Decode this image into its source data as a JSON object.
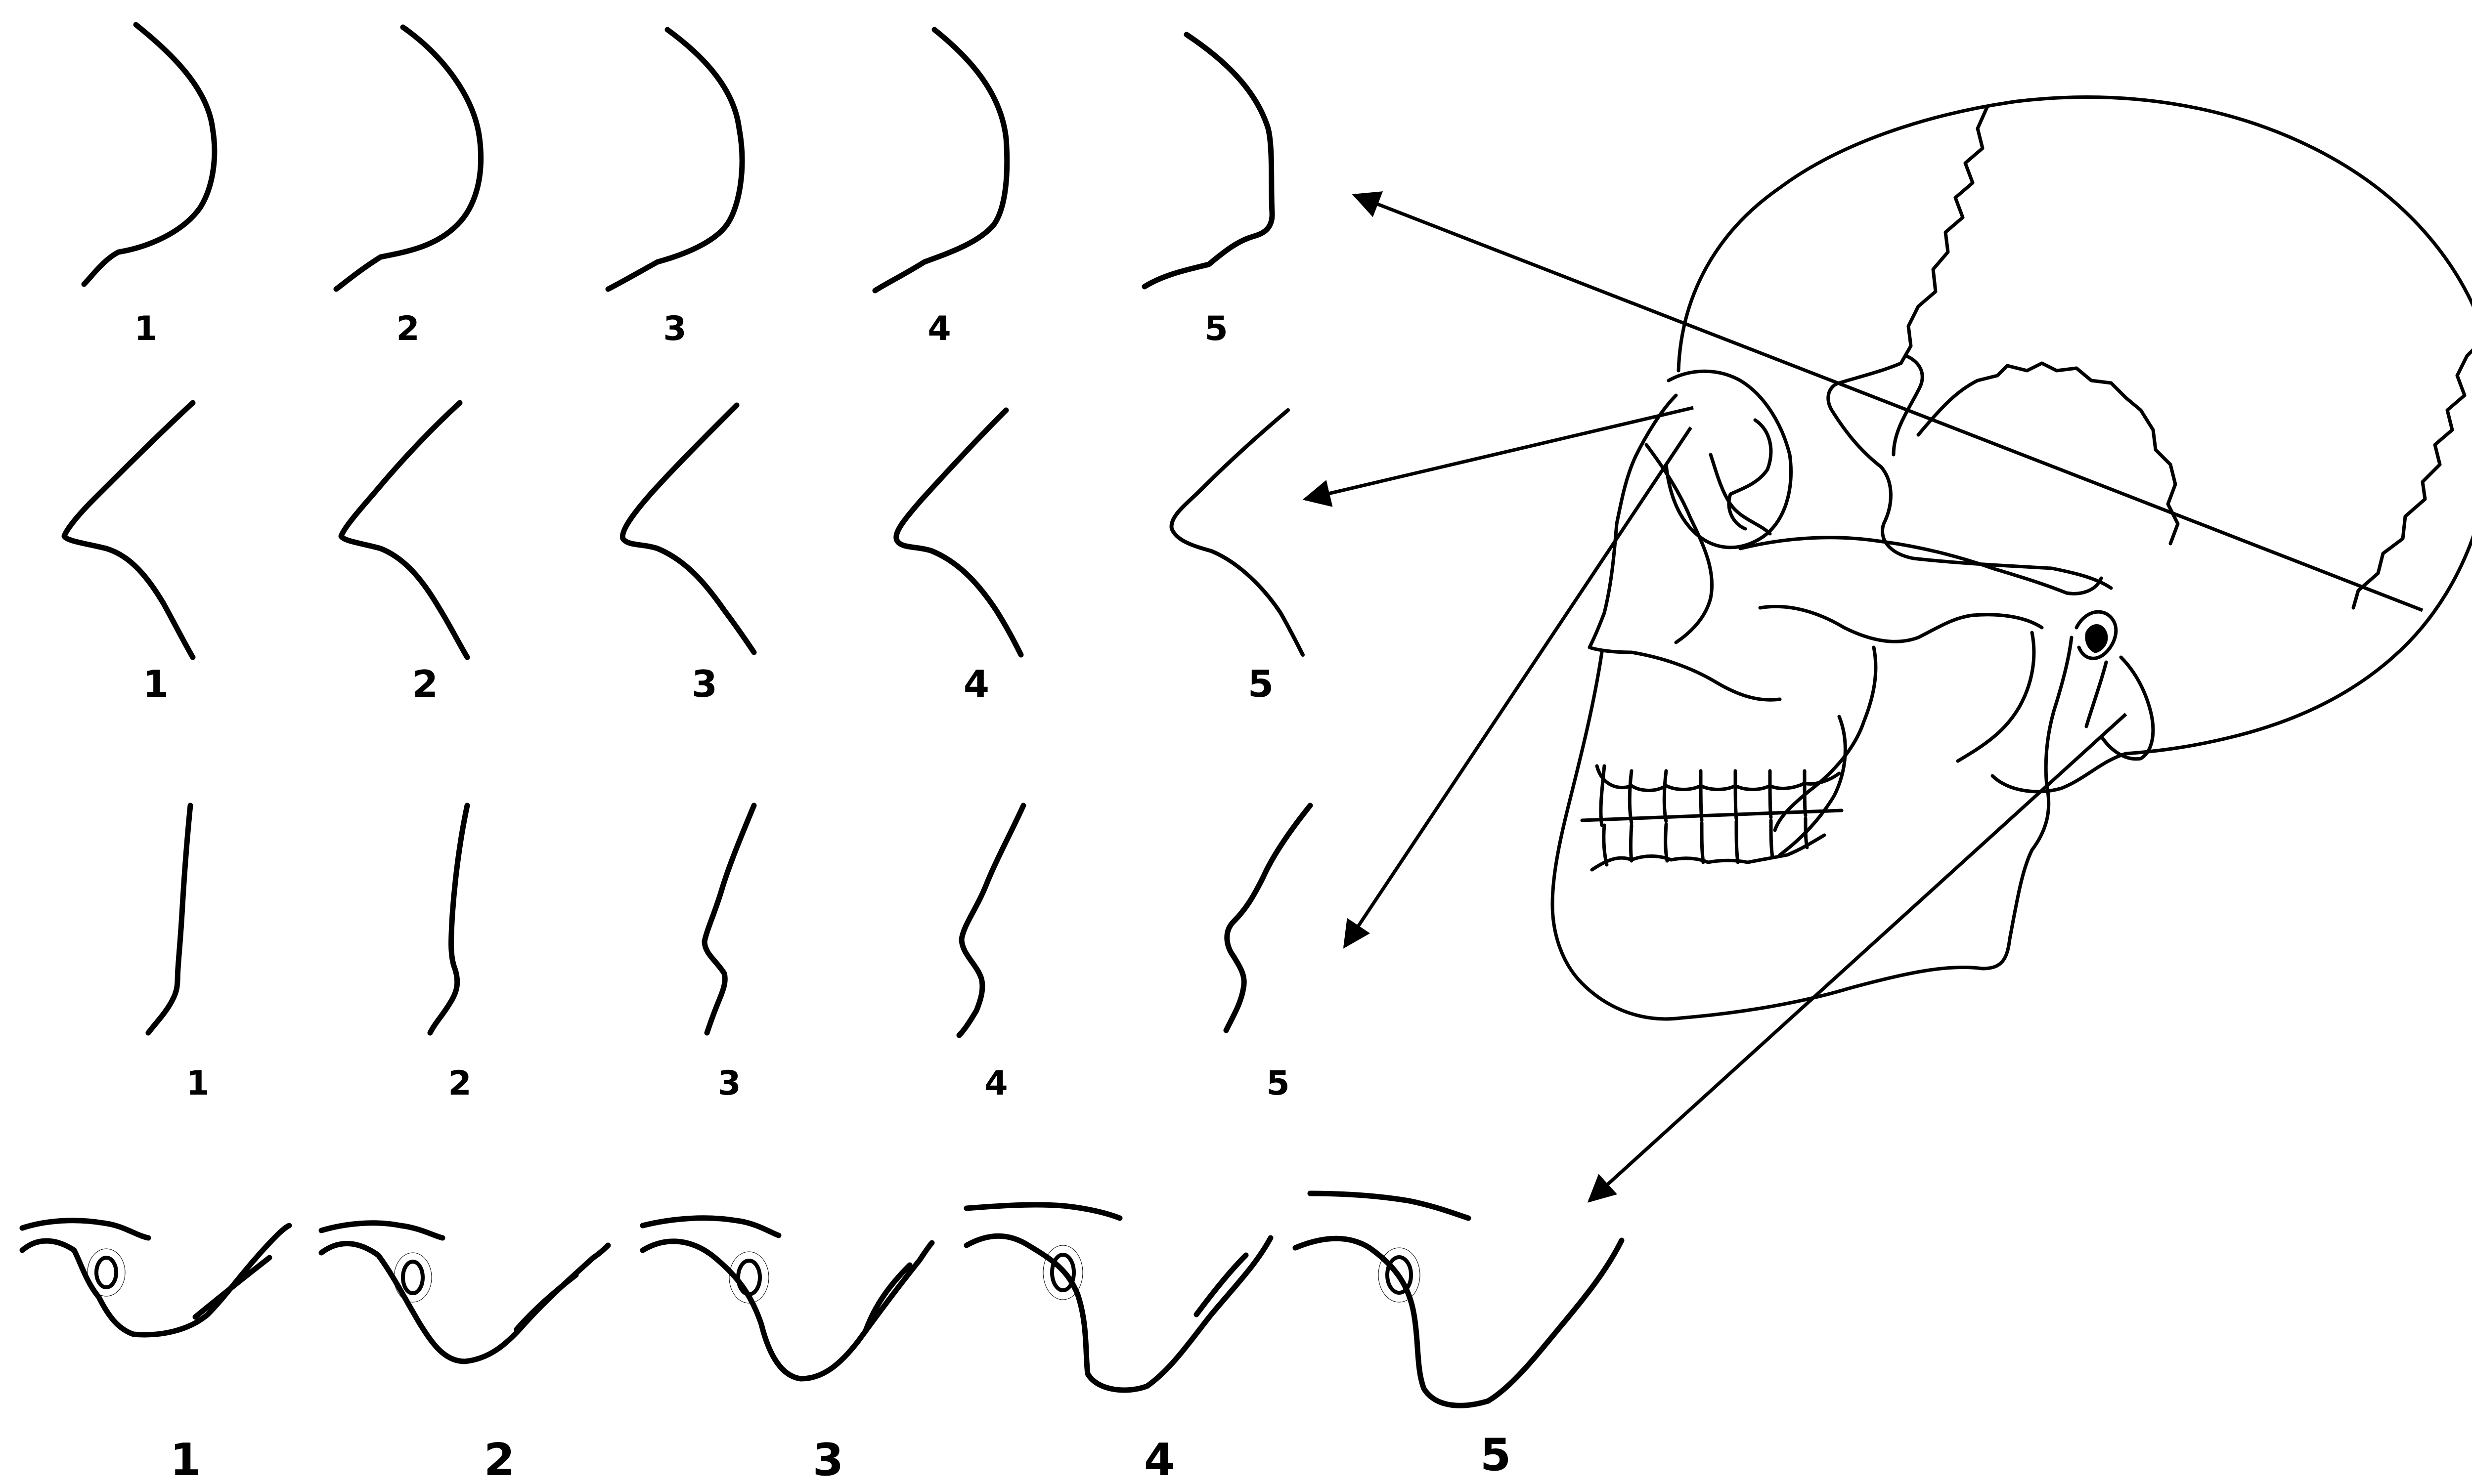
{
  "rows": [
    {
      "id": "nuchal-crest",
      "scores": [
        "1",
        "2",
        "3",
        "4",
        "5"
      ]
    },
    {
      "id": "glabella",
      "scores": [
        "1",
        "2",
        "3",
        "4",
        "5"
      ]
    },
    {
      "id": "supraorbital-margin",
      "scores": [
        "1",
        "2",
        "3",
        "4",
        "5"
      ]
    },
    {
      "id": "mastoid-process",
      "scores": [
        "1",
        "2",
        "3",
        "4",
        "5"
      ]
    }
  ],
  "colors": {
    "line": "#000000",
    "background": "#ffffff"
  }
}
